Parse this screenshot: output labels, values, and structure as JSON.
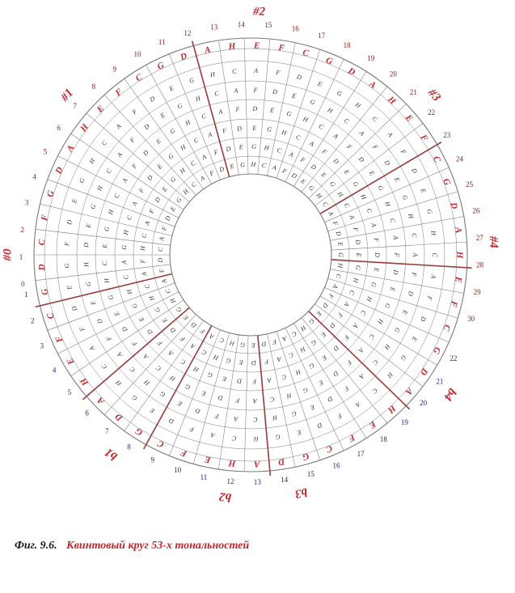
{
  "outer_numbers": [
    "0",
    "1",
    "2",
    "3",
    "4",
    "5",
    "6",
    "7",
    "8",
    "9",
    "10",
    "11",
    "12",
    "13",
    "14",
    "15",
    "16",
    "17",
    "18",
    "19",
    "20",
    "21",
    "22",
    "23",
    "24",
    "25",
    "26",
    "27",
    "28",
    "29",
    "30"
  ],
  "inner_numbers": [
    "1",
    "2",
    "3",
    "4",
    "5",
    "6",
    "7",
    "8",
    "9",
    "10",
    "11",
    "12",
    "13",
    "14",
    "15",
    "16",
    "17",
    "18",
    "19",
    "20",
    "21",
    "22"
  ],
  "group_labels": [
    "#0",
    "#1",
    "#2",
    "#3",
    "#4",
    "b4",
    "b3",
    "b2",
    "b1"
  ],
  "key_letters": [
    "C",
    "F",
    "G",
    "D",
    "A",
    "H",
    "E",
    "F",
    "C",
    "G",
    "D",
    "A",
    "H",
    "E",
    "F",
    "C",
    "G",
    "D",
    "A",
    "H",
    "E",
    "F",
    "C",
    "G",
    "D",
    "A",
    "H",
    "E",
    "F",
    "C",
    "G",
    "D",
    "A",
    "H",
    "E",
    "F",
    "C",
    "G",
    "D",
    "A",
    "H",
    "E",
    "F",
    "C",
    "G",
    "D",
    "A",
    "H",
    "E",
    "F",
    "C",
    "G",
    "D"
  ],
  "cell_letters": [
    "C",
    "G",
    "D",
    "A",
    "H",
    "E",
    "F"
  ],
  "ring_sequence": [
    "C",
    "D",
    "E",
    "F",
    "G",
    "A",
    "H"
  ],
  "colors": {
    "accent": "#c0282d",
    "rule": "#9a3a3a",
    "line": "#7a7a7a",
    "inner_num": "#1f2a7a"
  },
  "caption": {
    "label": "Фиг. 9.6.",
    "text": "Квинтовый круг 53-х тональностей"
  }
}
